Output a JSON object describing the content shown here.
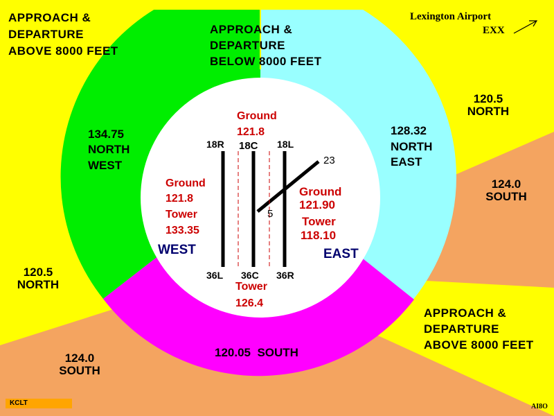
{
  "colors": {
    "background_yellow": "#ffff00",
    "orange_sector": "#f4a460",
    "green_sector": "#00ee00",
    "cyan_sector": "#99ffff",
    "magenta_sector": "#ff00ff",
    "center_white": "#ffffff",
    "red_text": "#cc0000",
    "navy_text": "#00006e",
    "kclt_box": "#ffa500"
  },
  "header": {
    "airport_name": "Lexington Airport",
    "exx": "EXX",
    "arrow_icon": "arrow-up-right-icon"
  },
  "outer": {
    "top_left": [
      "APPROACH &",
      "DEPARTURE",
      "ABOVE 8000 FEET"
    ],
    "top_center": [
      "APPROACH &",
      "DEPARTURE",
      "BELOW 8000 FEET"
    ],
    "bottom_right": [
      "APPROACH &",
      "DEPARTURE",
      "ABOVE 8000 FEET"
    ],
    "right_north": [
      "120.5",
      "NORTH"
    ],
    "right_south": [
      "124.0",
      "SOUTH"
    ],
    "left_north": [
      "120.5",
      "NORTH"
    ],
    "left_south": [
      "124.0",
      "SOUTH"
    ]
  },
  "ring": {
    "northwest": [
      "134.75",
      "NORTH",
      "WEST"
    ],
    "northeast": [
      "128.32",
      "NORTH",
      "EAST"
    ],
    "south": "120.05  SOUTH"
  },
  "center": {
    "ground_top_label": "Ground",
    "ground_top_freq": "121.8",
    "west_ground_label": "Ground",
    "west_ground_freq": "121.8",
    "west_tower_label": "Tower",
    "west_tower_freq": "133.35",
    "west": "WEST",
    "east_ground_label": "Ground",
    "east_ground_freq": "121.90",
    "east_tower_label": "Tower",
    "east_tower_freq": "118.10",
    "east": "EAST",
    "tower_bottom_label": "Tower",
    "tower_bottom_freq": "126.4"
  },
  "runways": {
    "r18R": "18R",
    "r18C": "18C",
    "r18L": "18L",
    "r36L": "36L",
    "r36C": "36C",
    "r36R": "36R",
    "r23": "23",
    "r5": "5"
  },
  "footer": {
    "kclt": "KCLT",
    "credit": "AI8O"
  }
}
